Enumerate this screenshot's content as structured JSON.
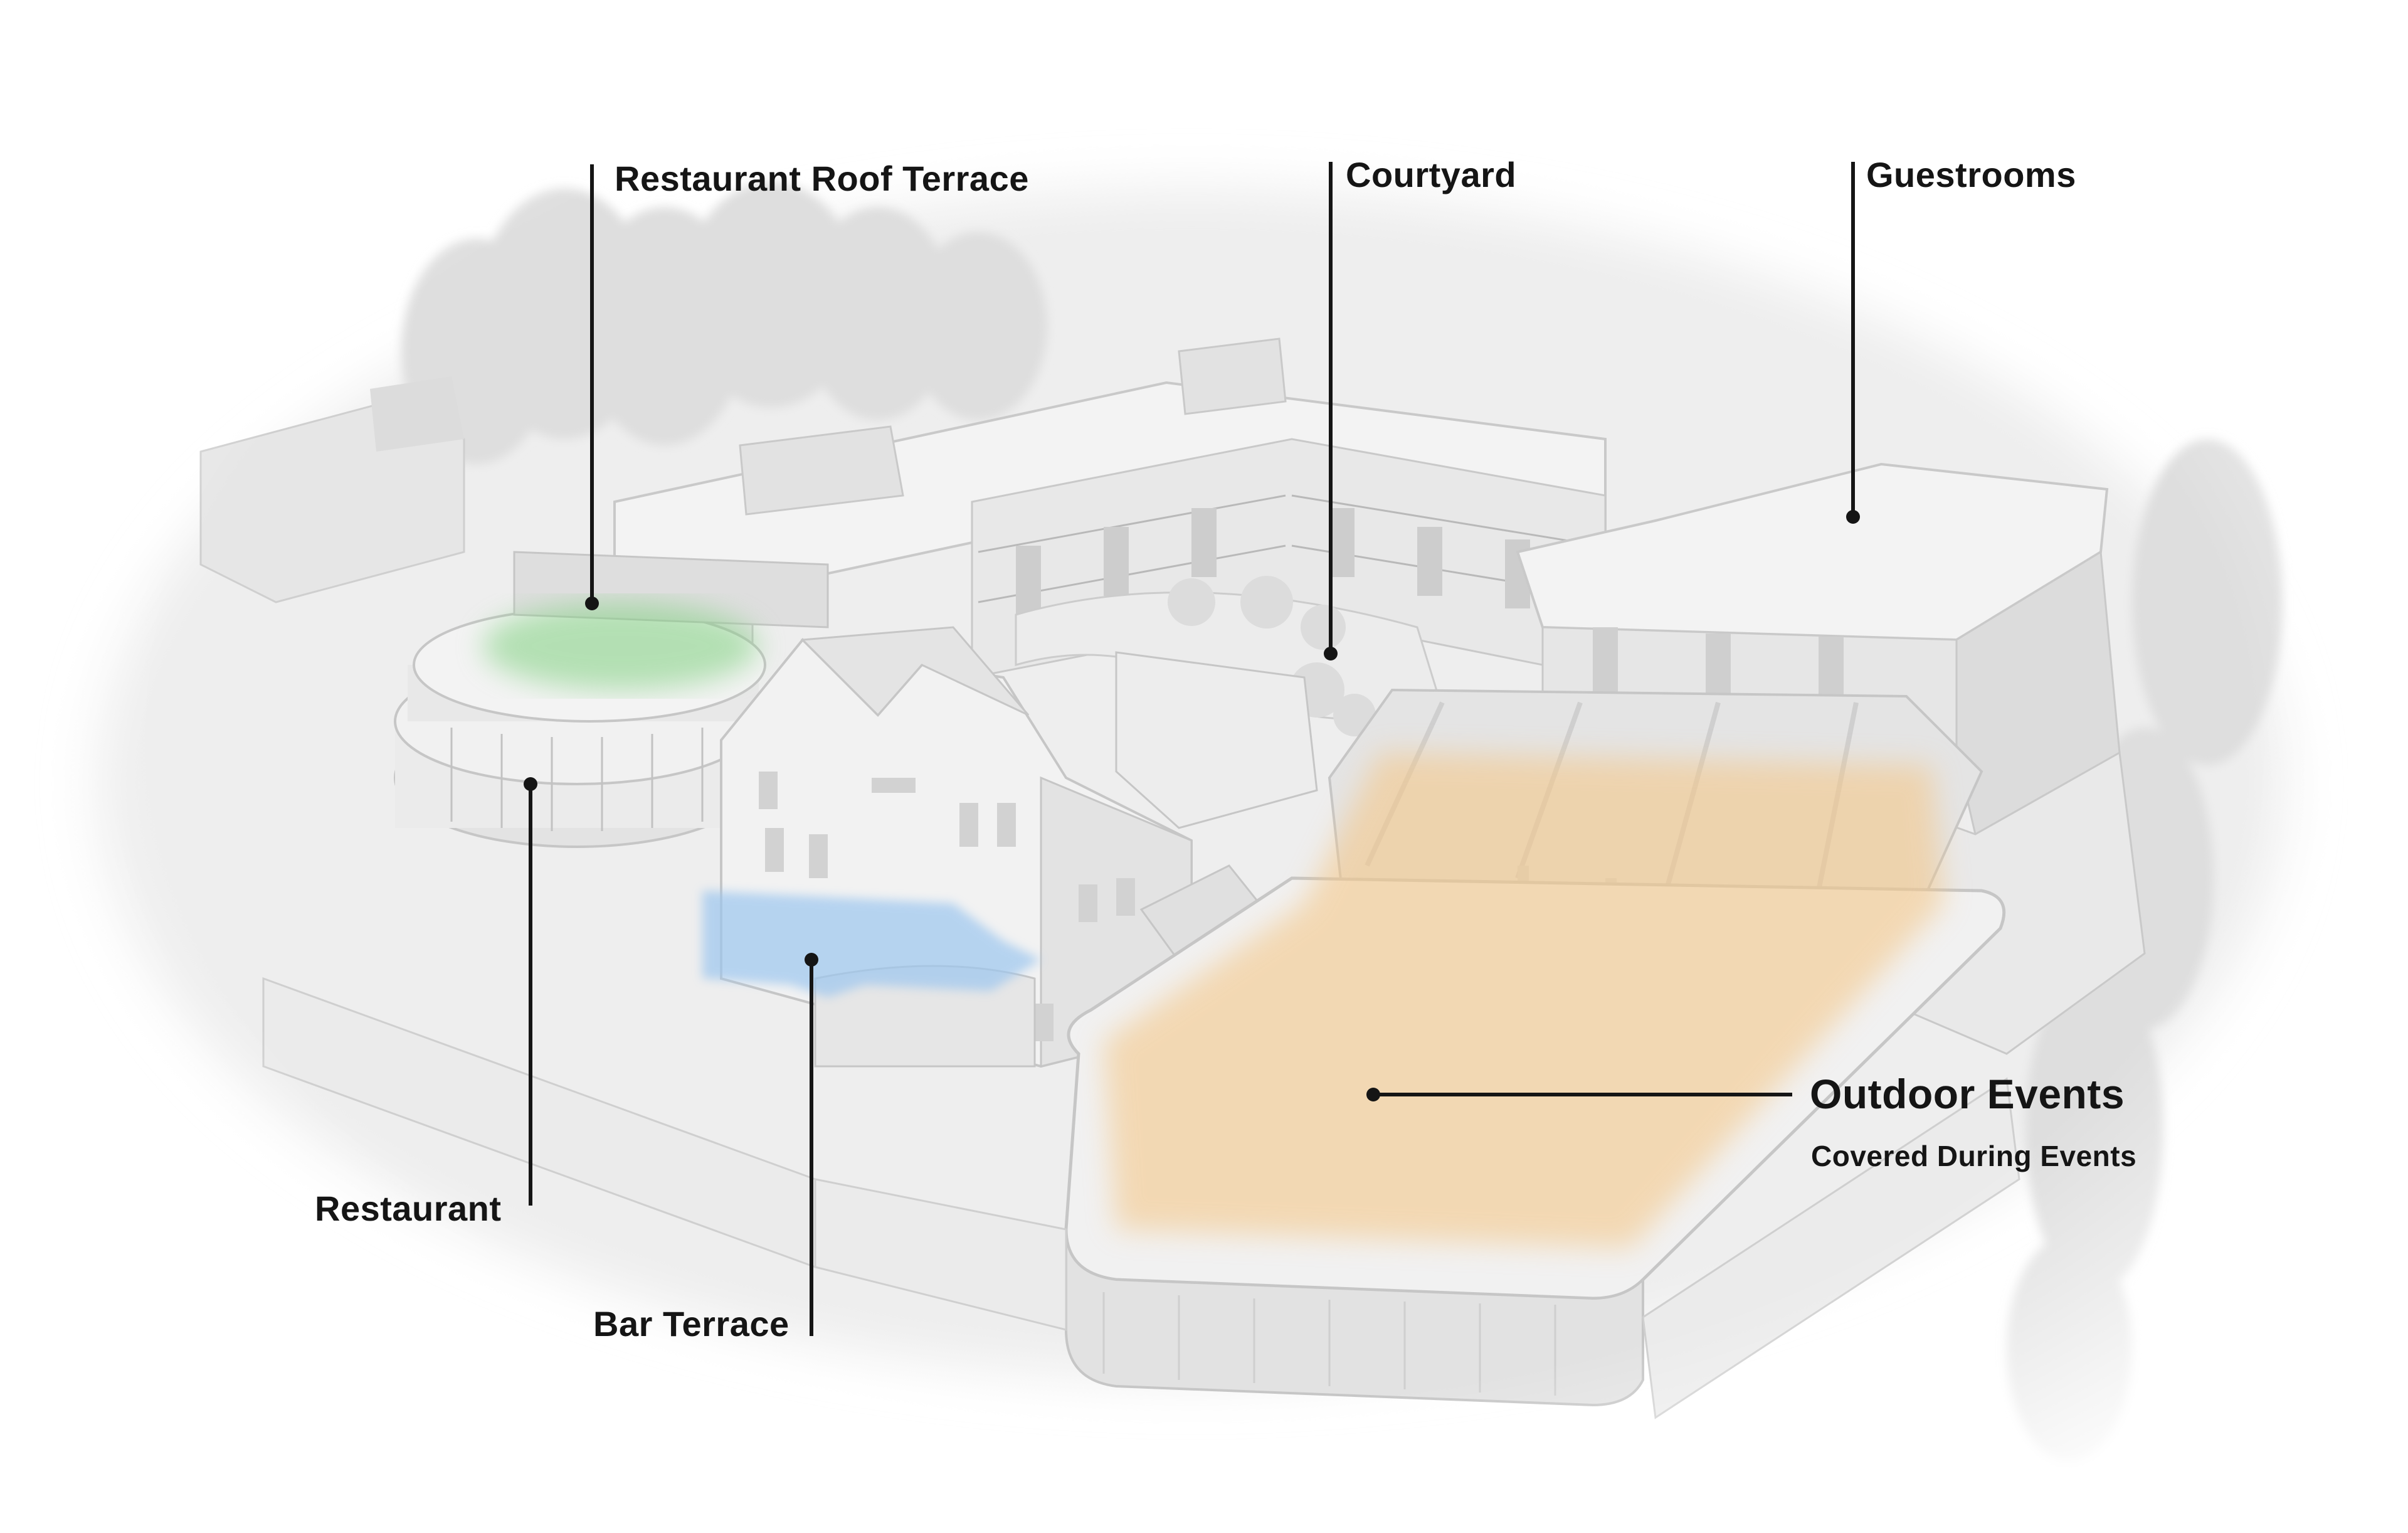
{
  "labels": {
    "restaurant_roof_terrace": "Restaurant Roof Terrace",
    "courtyard": "Courtyard",
    "guestrooms": "Guestrooms",
    "restaurant": "Restaurant",
    "bar_terrace": "Bar Terrace",
    "outdoor_events": "Outdoor Events",
    "outdoor_events_note": "Covered During Events"
  },
  "zone_colors": {
    "roof_terrace": "#7fd07f",
    "bar_terrace": "#9cc6ef",
    "outdoor_events": "#f4c88a",
    "leader_line": "#151515"
  }
}
